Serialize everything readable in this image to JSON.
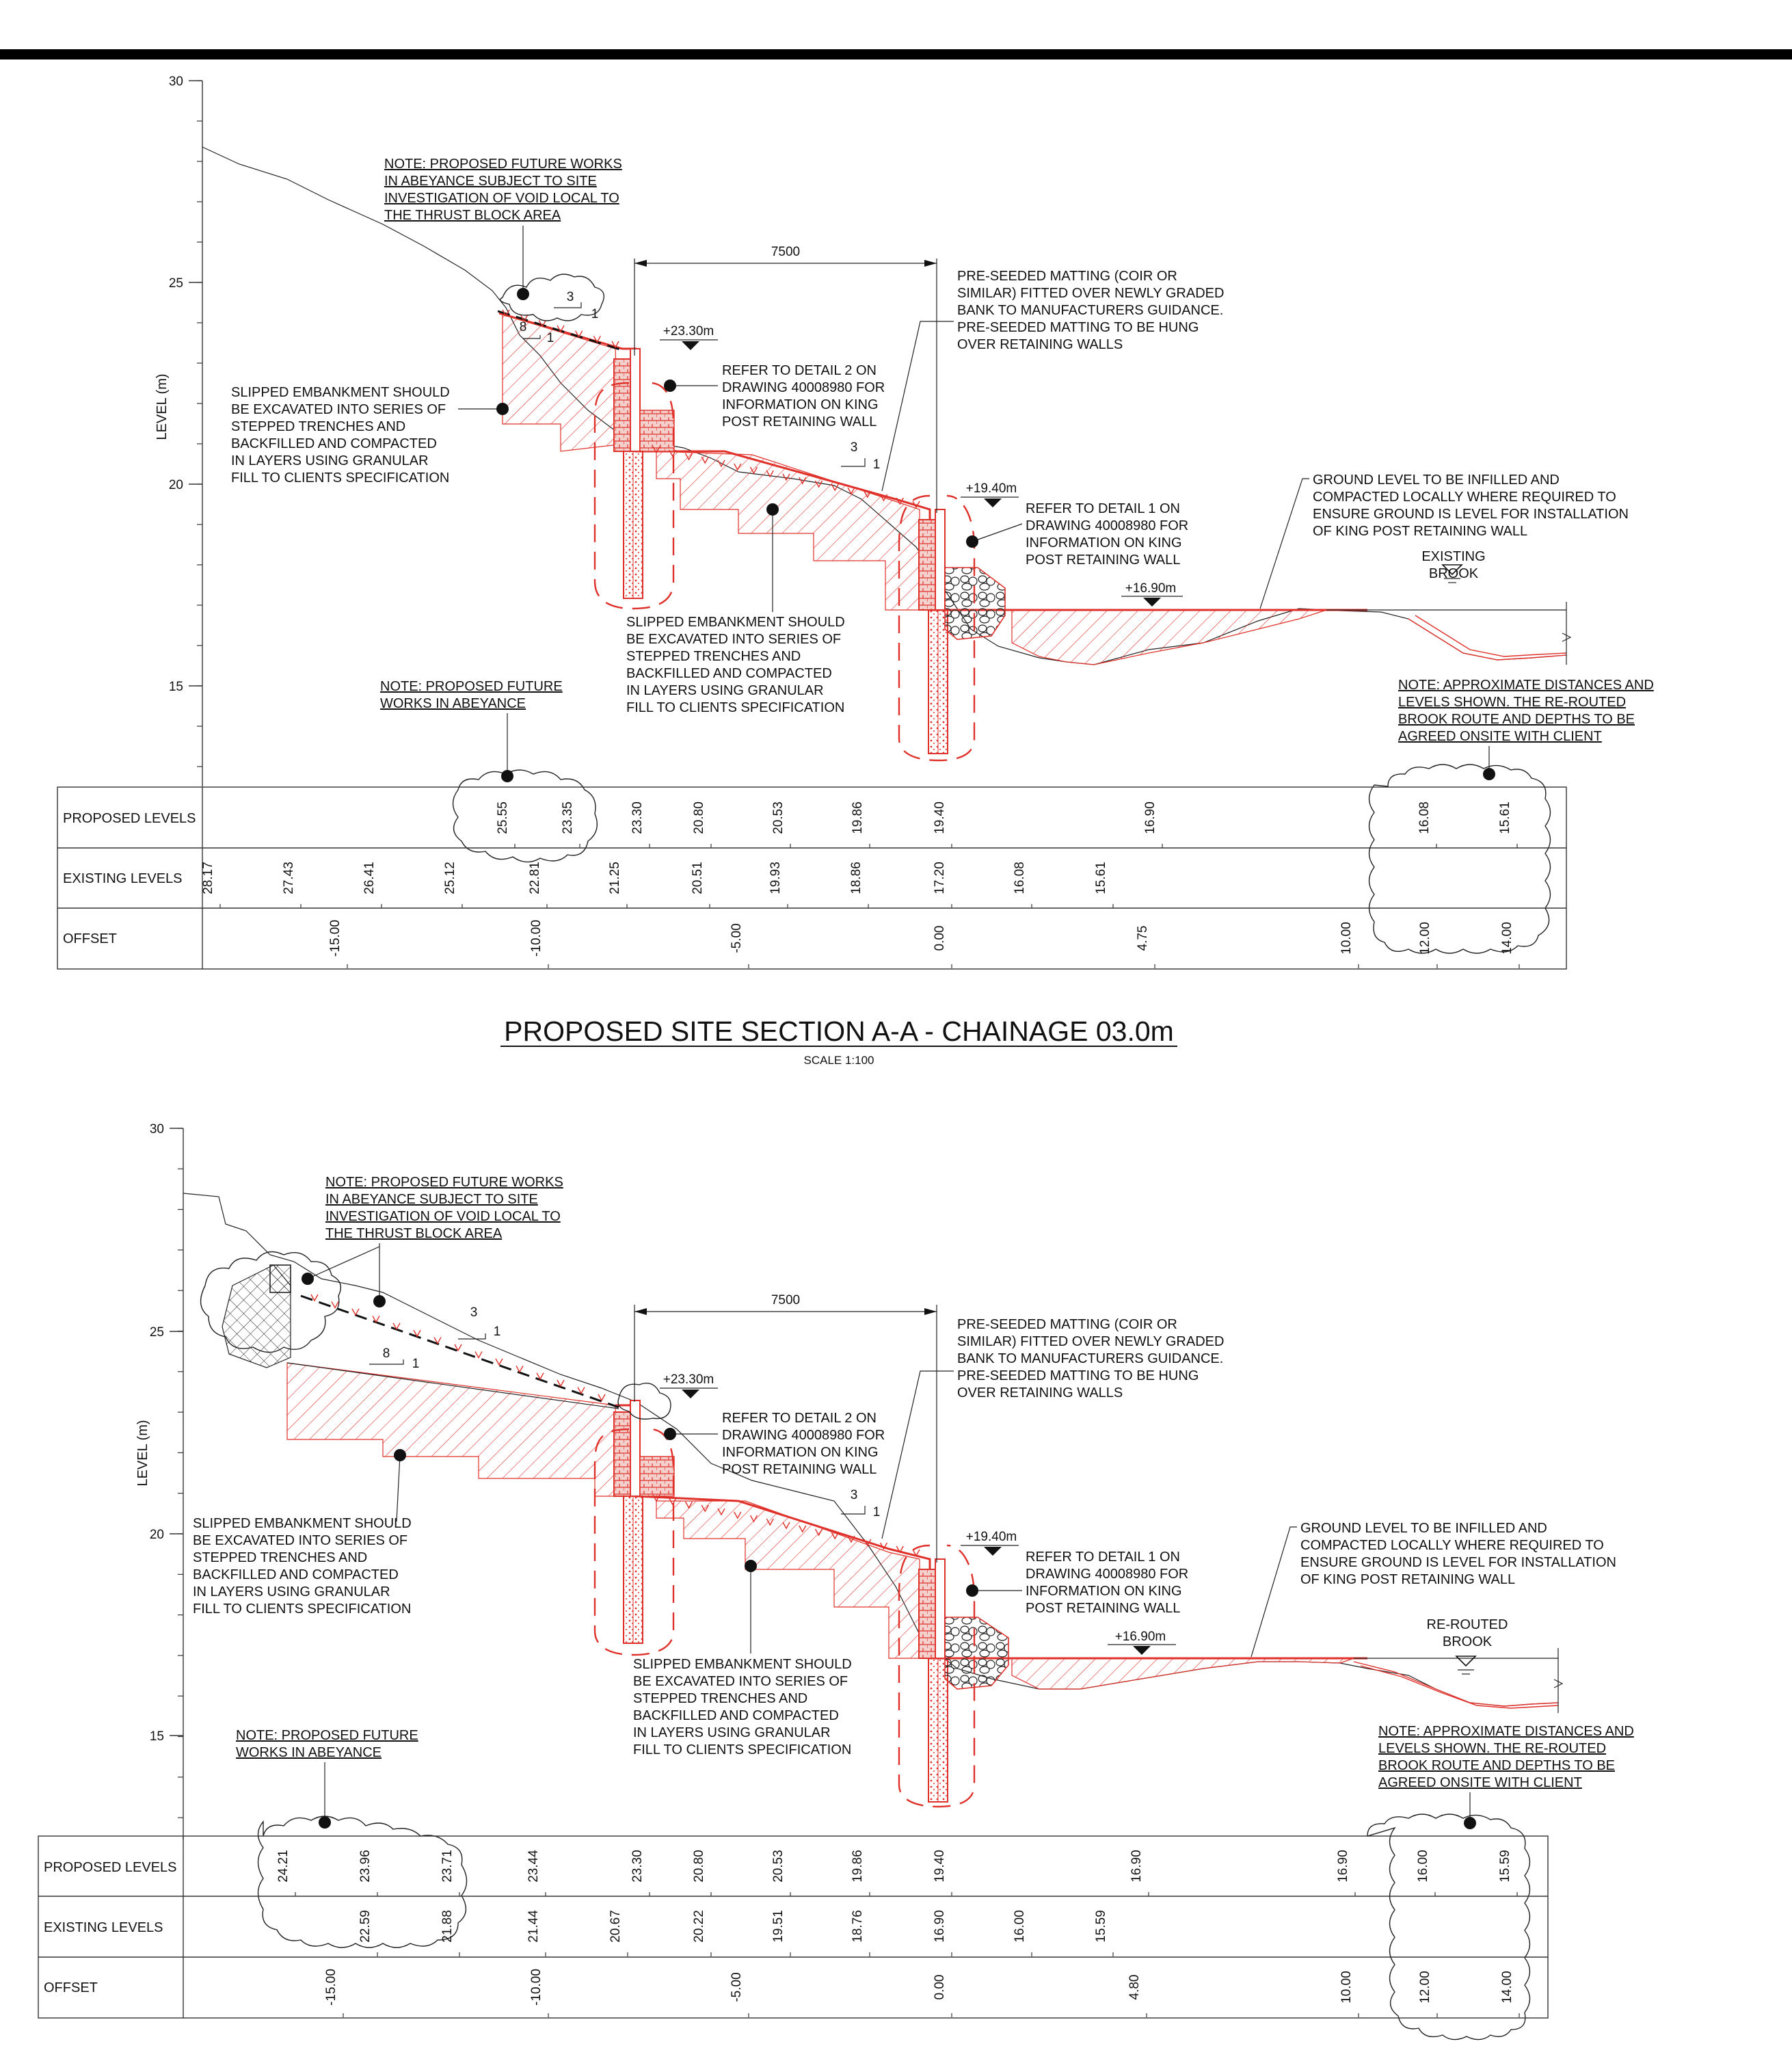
{
  "sections": [
    {
      "title": "PROPOSED SITE SECTION A-A - CHAINAGE 03.0m",
      "scale": "SCALE 1:100",
      "axis": {
        "label": "LEVEL (m)",
        "ticks": [
          "30",
          "25",
          "20",
          "15"
        ]
      },
      "dimension": "7500",
      "level_markers": [
        "+23.30m",
        "+19.40m",
        "+16.90m"
      ],
      "slopes": [
        {
          "rise": "1",
          "run": "3"
        },
        {
          "rise": "1",
          "run": "8"
        },
        {
          "rise": "1",
          "run": "3"
        }
      ],
      "water_label": [
        "EXISTING",
        "BROOK"
      ],
      "notes": {
        "future_works_top": [
          "NOTE: PROPOSED FUTURE WORKS",
          "IN ABEYANCE SUBJECT TO SITE",
          "INVESTIGATION OF VOID LOCAL TO",
          "THE THRUST BLOCK AREA"
        ],
        "slipped_left": [
          "SLIPPED EMBANKMENT SHOULD",
          "BE EXCAVATED INTO SERIES OF",
          "STEPPED TRENCHES AND",
          "BACKFILLED AND COMPACTED",
          "IN LAYERS USING GRANULAR",
          "FILL TO CLIENTS SPECIFICATION"
        ],
        "slipped_mid": [
          "SLIPPED EMBANKMENT SHOULD",
          "BE EXCAVATED INTO SERIES OF",
          "STEPPED TRENCHES AND",
          "BACKFILLED AND COMPACTED",
          "IN LAYERS USING GRANULAR",
          "FILL TO CLIENTS SPECIFICATION"
        ],
        "detail2": [
          "REFER TO DETAIL 2 ON",
          "DRAWING 40008980 FOR",
          "INFORMATION ON KING",
          "POST RETAINING WALL"
        ],
        "matting": [
          "PRE-SEEDED MATTING (COIR OR",
          "SIMILAR) FITTED OVER NEWLY GRADED",
          "BANK TO MANUFACTURERS GUIDANCE.",
          "PRE-SEEDED MATTING TO BE HUNG",
          "OVER  RETAINING WALLS"
        ],
        "detail1": [
          "REFER TO DETAIL 1 ON",
          "DRAWING 40008980 FOR",
          "INFORMATION ON KING",
          "POST RETAINING WALL"
        ],
        "ground": [
          "GROUND LEVEL TO BE INFILLED AND",
          "COMPACTED LOCALLY WHERE REQUIRED TO",
          "ENSURE GROUND IS LEVEL FOR INSTALLATION",
          "OF KING POST RETAINING WALL"
        ],
        "future_works_bottom": [
          "NOTE: PROPOSED FUTURE",
          "WORKS IN ABEYANCE"
        ],
        "approx": [
          "NOTE: APPROXIMATE DISTANCES AND",
          "LEVELS SHOWN. THE  RE-ROUTED",
          "BROOK ROUTE AND DEPTHS TO BE",
          "AGREED ONSITE WITH CLIENT"
        ]
      },
      "table": {
        "rows": [
          "PROPOSED LEVELS",
          "EXISTING LEVELS",
          "OFFSET"
        ],
        "proposed": [
          "25.55",
          "23.35",
          "23.30",
          "20.80",
          "20.53",
          "19.86",
          "19.40",
          "16.90",
          "16.08",
          "15.61"
        ],
        "existing": [
          "28.17",
          "27.43",
          "26.41",
          "25.12",
          "22.81",
          "21.25",
          "20.51",
          "19.93",
          "18.86",
          "17.20",
          "16.08",
          "15.61"
        ],
        "offset": [
          "-15.00",
          "-10.00",
          "-5.00",
          "0.00",
          "4.75",
          "10.00",
          "12.00",
          "14.00"
        ]
      }
    },
    {
      "title": "",
      "scale": "",
      "axis": {
        "label": "LEVEL (m)",
        "ticks": [
          "30",
          "25",
          "20",
          "15"
        ]
      },
      "dimension": "7500",
      "level_markers": [
        "+23.30m",
        "+19.40m",
        "+16.90m"
      ],
      "slopes": [
        {
          "rise": "1",
          "run": "3"
        },
        {
          "rise": "1",
          "run": "8"
        },
        {
          "rise": "1",
          "run": "3"
        }
      ],
      "water_label": [
        "RE-ROUTED",
        "BROOK"
      ],
      "notes": {
        "future_works_top": [
          "NOTE: PROPOSED FUTURE WORKS",
          "IN ABEYANCE SUBJECT TO SITE",
          "INVESTIGATION OF VOID LOCAL TO",
          "THE THRUST BLOCK AREA"
        ],
        "slipped_left": [
          "SLIPPED EMBANKMENT SHOULD",
          "BE EXCAVATED INTO SERIES OF",
          "STEPPED TRENCHES AND",
          "BACKFILLED AND COMPACTED",
          "IN LAYERS USING GRANULAR",
          "FILL TO CLIENTS SPECIFICATION"
        ],
        "slipped_mid": [
          "SLIPPED EMBANKMENT SHOULD",
          "BE EXCAVATED INTO SERIES OF",
          "STEPPED TRENCHES AND",
          "BACKFILLED AND COMPACTED",
          "IN LAYERS USING GRANULAR",
          "FILL TO CLIENTS SPECIFICATION"
        ],
        "detail2": [
          "REFER TO DETAIL 2 ON",
          "DRAWING 40008980 FOR",
          "INFORMATION ON KING",
          "POST RETAINING WALL"
        ],
        "matting": [
          "PRE-SEEDED MATTING (COIR OR",
          "SIMILAR) FITTED OVER NEWLY GRADED",
          "BANK TO MANUFACTURERS GUIDANCE.",
          "PRE-SEEDED MATTING TO BE HUNG",
          "OVER  RETAINING WALLS"
        ],
        "detail1": [
          "REFER TO DETAIL 1 ON",
          "DRAWING 40008980 FOR",
          "INFORMATION ON KING",
          "POST RETAINING WALL"
        ],
        "ground": [
          "GROUND LEVEL TO BE INFILLED AND",
          "COMPACTED LOCALLY WHERE REQUIRED TO",
          "ENSURE GROUND IS LEVEL FOR INSTALLATION",
          "OF KING POST RETAINING WALL"
        ],
        "future_works_bottom": [
          "NOTE: PROPOSED FUTURE",
          "WORKS IN ABEYANCE"
        ],
        "approx": [
          "NOTE: APPROXIMATE DISTANCES AND",
          "LEVELS SHOWN. THE  RE-ROUTED",
          "BROOK ROUTE AND DEPTHS TO BE",
          "AGREED ONSITE WITH CLIENT"
        ]
      },
      "table": {
        "rows": [
          "PROPOSED LEVELS",
          "EXISTING LEVELS",
          "OFFSET"
        ],
        "proposed": [
          "24.21",
          "23.96",
          "23.71",
          "23.44",
          "23.30",
          "20.80",
          "20.53",
          "19.86",
          "19.40",
          "16.90",
          "16.90",
          "16.00",
          "15.59"
        ],
        "existing": [
          "22.59",
          "21.88",
          "21.44",
          "20.67",
          "20.22",
          "19.51",
          "18.76",
          "16.90",
          "16.00",
          "15.59"
        ],
        "offset": [
          "-15.00",
          "-10.00",
          "-5.00",
          "0.00",
          "4.80",
          "10.00",
          "12.00",
          "14.00"
        ]
      }
    }
  ],
  "colors": {
    "proposed_works": "#e0302a",
    "linework": "#222222",
    "title_bar": "#000000"
  }
}
